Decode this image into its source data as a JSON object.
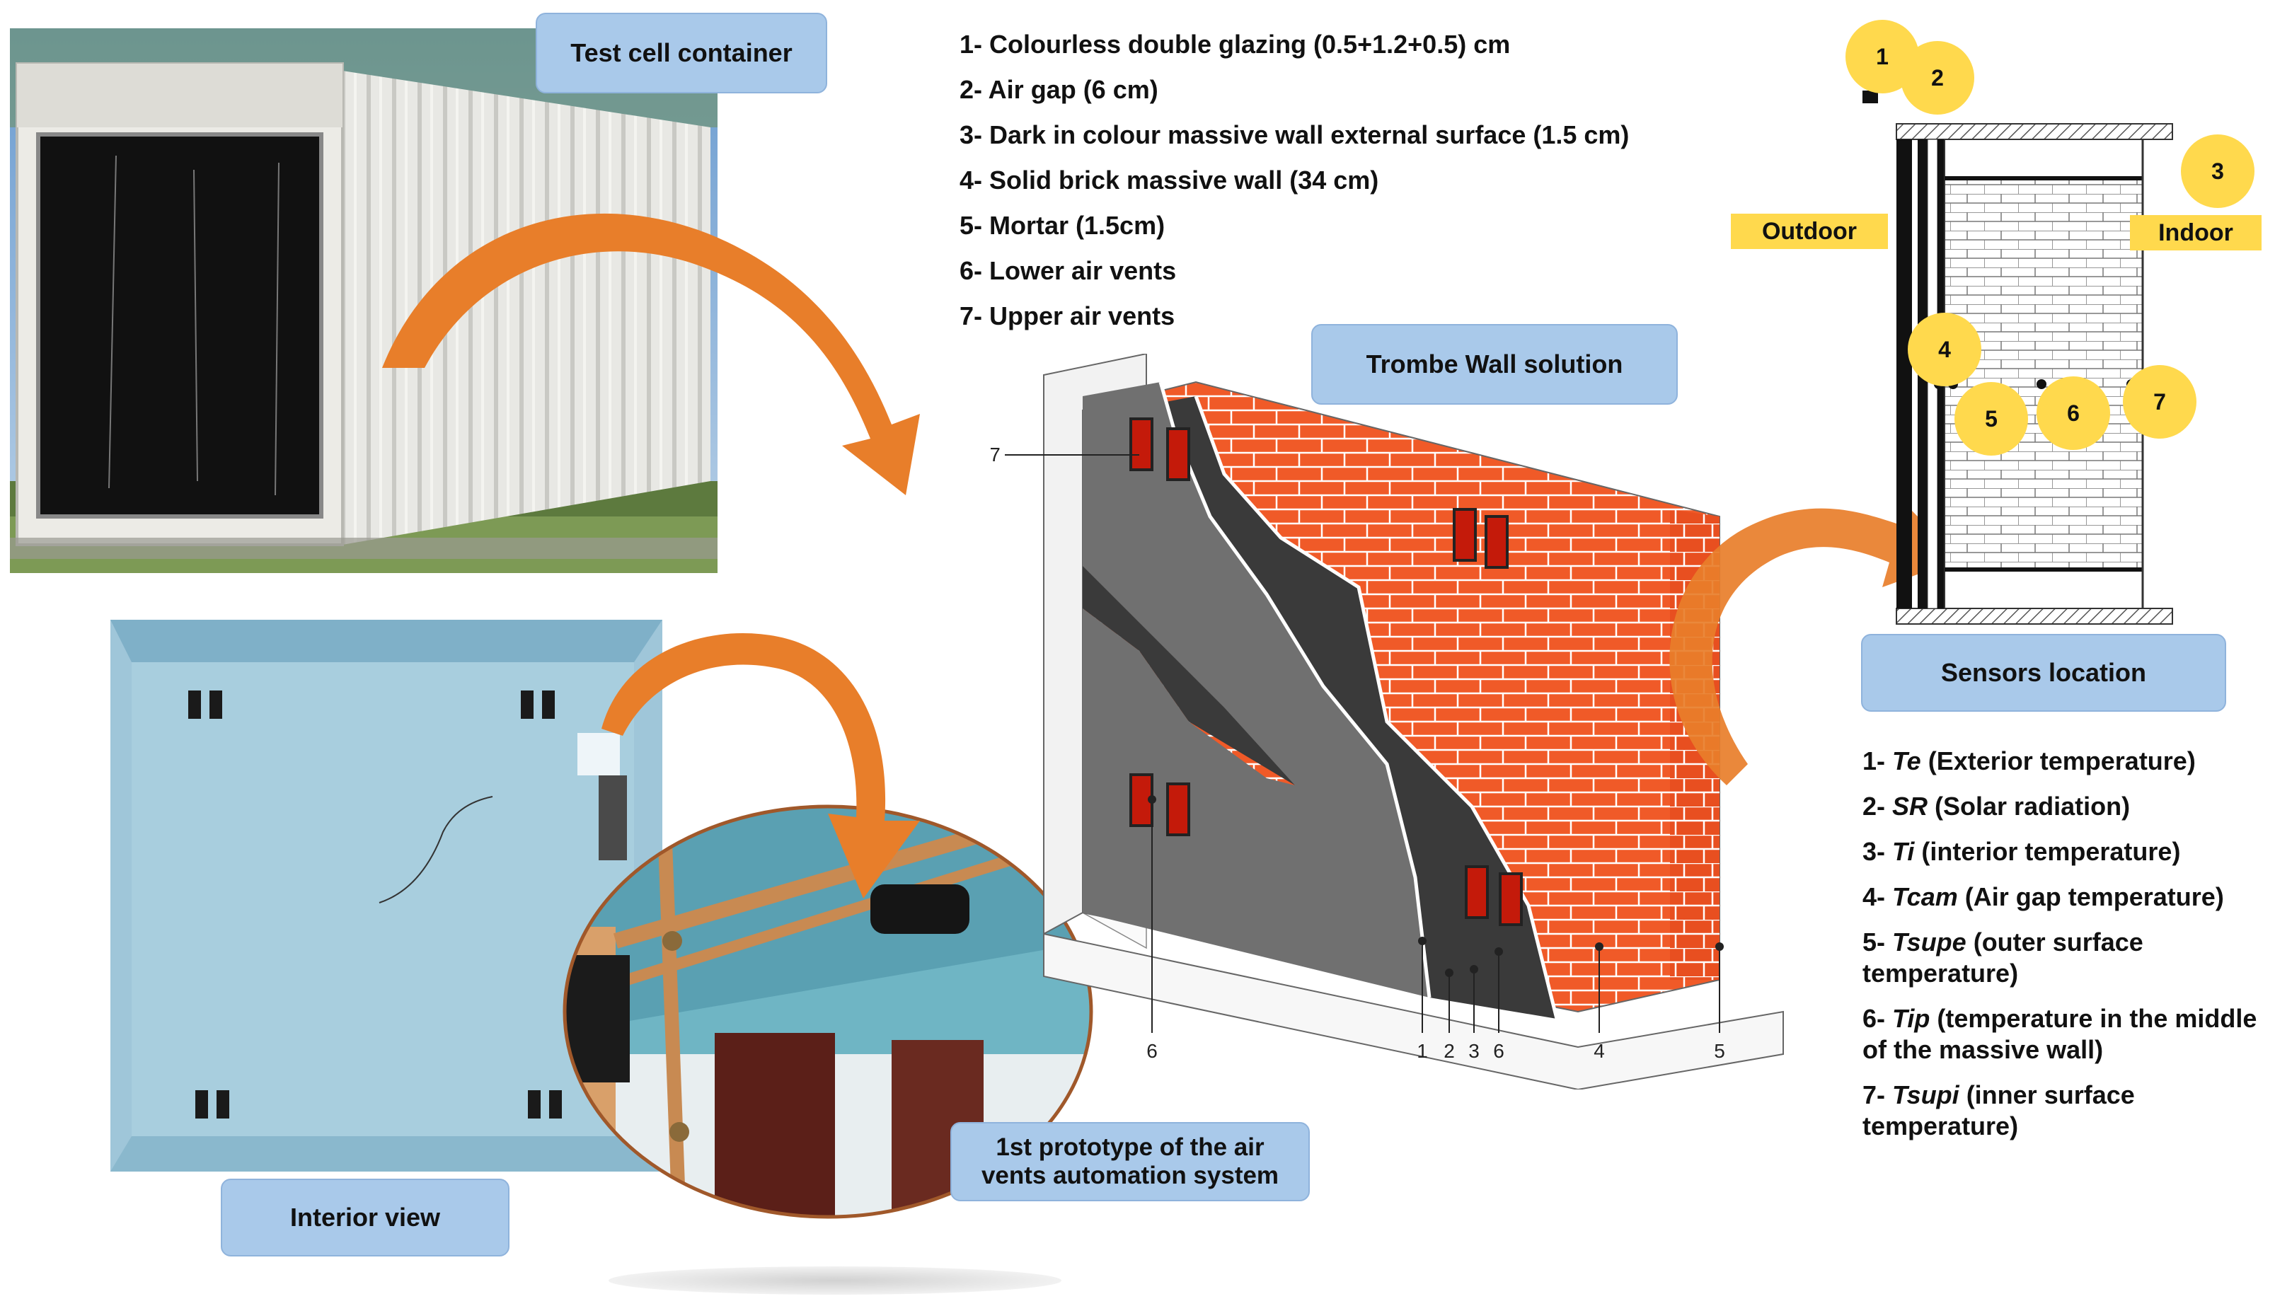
{
  "labels": {
    "test_cell": "Test cell container",
    "trombe": "Trombe Wall solution",
    "sensors_location": "Sensors location",
    "interior_view": "Interior view",
    "prototype": "1st prototype of the air vents automation system"
  },
  "legend": [
    "1- Colourless double glazing (0.5+1.2+0.5) cm",
    "2- Air gap (6 cm)",
    "3- Dark in colour massive wall external surface (1.5 cm)",
    "4- Solid brick massive wall (34 cm)",
    "5- Mortar (1.5cm)",
    "6- Lower air vents",
    "7- Upper air vents"
  ],
  "sensors": [
    {
      "num": "1- ",
      "var": "Te",
      "desc": " (Exterior temperature)"
    },
    {
      "num": "2- ",
      "var": "SR",
      "desc": " (Solar radiation)"
    },
    {
      "num": "3- ",
      "var": "Ti",
      "desc": " (interior temperature)"
    },
    {
      "num": "4- ",
      "var": "Tcam",
      "desc": " (Air gap temperature)"
    },
    {
      "num": "5- ",
      "var": "Tsupe",
      "desc": " (outer surface temperature)"
    },
    {
      "num": "6- ",
      "var": "Tip",
      "desc": " (temperature in the middle of the massive wall)"
    },
    {
      "num": "7- ",
      "var": "Tsupi",
      "desc": " (inner surface temperature)"
    }
  ],
  "section": {
    "outdoor": "Outdoor",
    "indoor": "Indoor",
    "markers": [
      "1",
      "2",
      "3",
      "4",
      "5",
      "6",
      "7"
    ]
  },
  "wall_callouts": [
    "7",
    "6",
    "1",
    "2",
    "3",
    "6",
    "4",
    "5"
  ],
  "colors": {
    "label_blue": "#a9c9ea",
    "arrow_orange": "#e87e2a",
    "brick": "#f05a28",
    "dark_surface": "#3a3a3a",
    "yellow": "#ffd94d"
  }
}
